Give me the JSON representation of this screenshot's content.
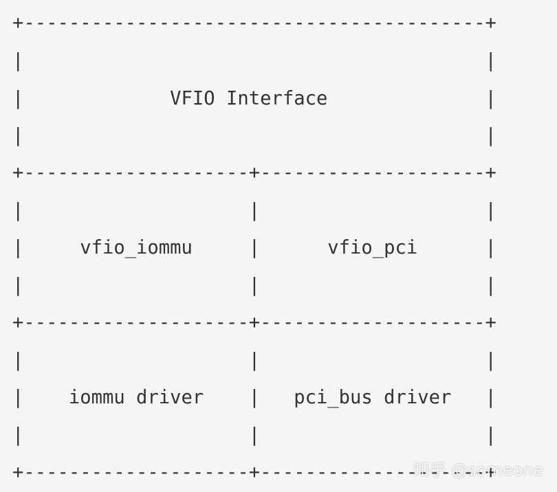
{
  "diagram": {
    "lines": [
      "+-----------------------------------------+",
      "|                                         |",
      "|             VFIO Interface              |",
      "|                                         |",
      "+--------------------+--------------------+",
      "|                    |                    |",
      "|     vfio_iommu     |      vfio_pci      |",
      "|                    |                    |",
      "+--------------------+--------------------+",
      "|                    |                    |",
      "|    iommu driver    |   pci_bus driver   |",
      "|                    |                    |",
      "+--------------------+--------------------+"
    ]
  },
  "watermark": {
    "text": "知乎 @someone"
  },
  "colors": {
    "background": "#f5f5f5",
    "text": "#333333"
  }
}
